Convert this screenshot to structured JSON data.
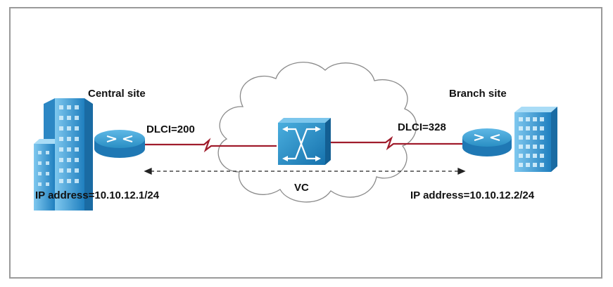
{
  "central_site": {
    "label": "Central site",
    "dlci": "DLCI=200",
    "ip": "IP address=10.10.12.1/24"
  },
  "branch_site": {
    "label": "Branch site",
    "dlci": "DLCI=328",
    "ip": "IP address=10.10.12.2/24"
  },
  "cloud": {
    "vc_label": "VC"
  },
  "colors": {
    "link": "#a01c2c",
    "router": "#2a8fc4",
    "switch": "#1f86c0",
    "building": "#3aa2d8",
    "cloud_stroke": "#888888"
  },
  "icons": [
    "building-icon",
    "router-icon",
    "switch-icon",
    "cloud-icon"
  ]
}
